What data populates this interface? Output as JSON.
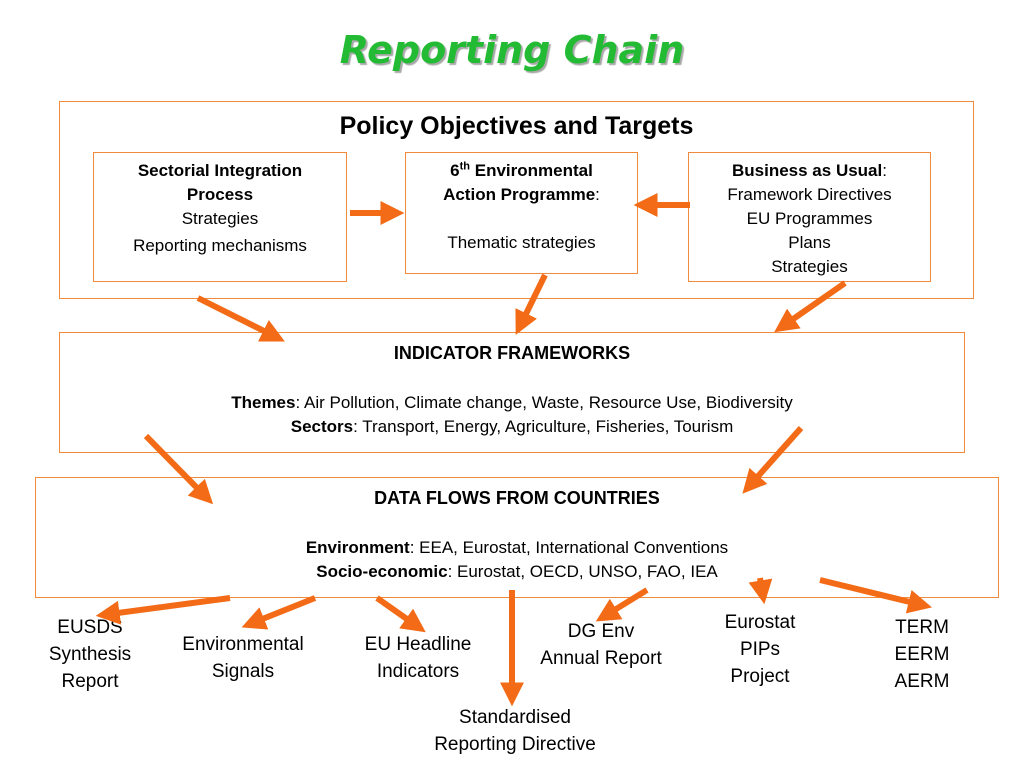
{
  "title": "Reporting Chain",
  "colors": {
    "title": "#22bb33",
    "border": "#f08a3c",
    "arrow": "#f36b16"
  },
  "policy": {
    "heading": "Policy Objectives and Targets",
    "sectorial": {
      "title_line1": "Sectorial Integration",
      "title_line2": "Process",
      "line1": "Strategies",
      "line2": "Reporting mechanisms"
    },
    "eap": {
      "title_prefix": "6",
      "title_sup": "th",
      "title_rest": " Environmental",
      "title_line2": "Action Programme",
      "colon": ":",
      "line1": "Thematic strategies"
    },
    "bau": {
      "title": "Business as Usual",
      "colon": ":",
      "items": [
        "Framework Directives",
        "EU Programmes",
        "Plans",
        "Strategies"
      ]
    }
  },
  "indicator": {
    "heading": "INDICATOR FRAMEWORKS",
    "themes_label": "Themes",
    "themes_value": ": Air Pollution, Climate change, Waste, Resource Use, Biodiversity",
    "sectors_label": "Sectors",
    "sectors_value": ": Transport, Energy, Agriculture, Fisheries, Tourism"
  },
  "dataflows": {
    "heading": "DATA FLOWS FROM COUNTRIES",
    "env_label": "Environment",
    "env_value": ": EEA, Eurostat, International Conventions",
    "socio_label": "Socio-economic",
    "socio_value": ": Eurostat, OECD, UNSO, FAO, IEA"
  },
  "outputs": {
    "eusds": [
      "EUSDS",
      "Synthesis",
      "Report"
    ],
    "env_signals": [
      "Environmental",
      "Signals"
    ],
    "eu_headline": [
      "EU Headline",
      "Indicators"
    ],
    "standardised": [
      "Standardised",
      "Reporting Directive"
    ],
    "dg_env": [
      "DG Env",
      "Annual Report"
    ],
    "eurostat": [
      "Eurostat",
      "PIPs",
      "Project"
    ],
    "term": [
      "TERM",
      "EERM",
      "AERM"
    ]
  }
}
